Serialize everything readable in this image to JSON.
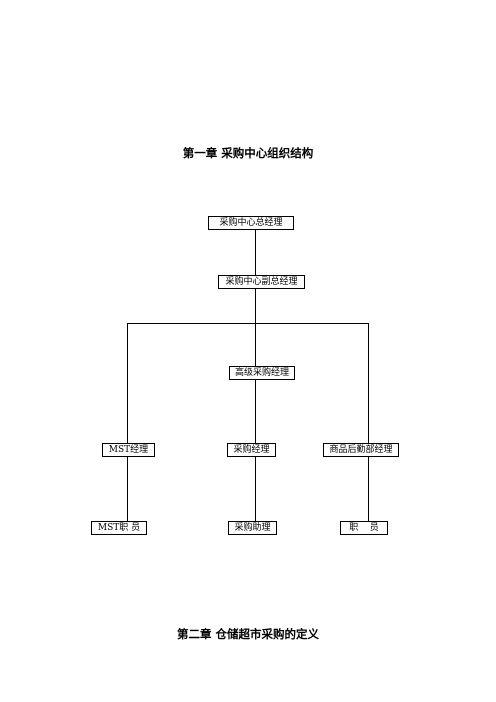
{
  "chapter1_title": "第一章 采购中心组织结构",
  "chapter2_title": "第二章 仓储超市采购的定义",
  "org_chart": {
    "general_manager": "采购中心总经理",
    "deputy_general_manager": "采购中心副总经理",
    "senior_purchasing_manager": "高级采购经理",
    "mst_manager": "MST经理",
    "purchasing_manager": "采购经理",
    "merchandise_logistics_manager": "商品后勤部经理",
    "mst_staff": "MST职 员",
    "purchasing_assistant": "采购助理",
    "staff": "职    员"
  }
}
